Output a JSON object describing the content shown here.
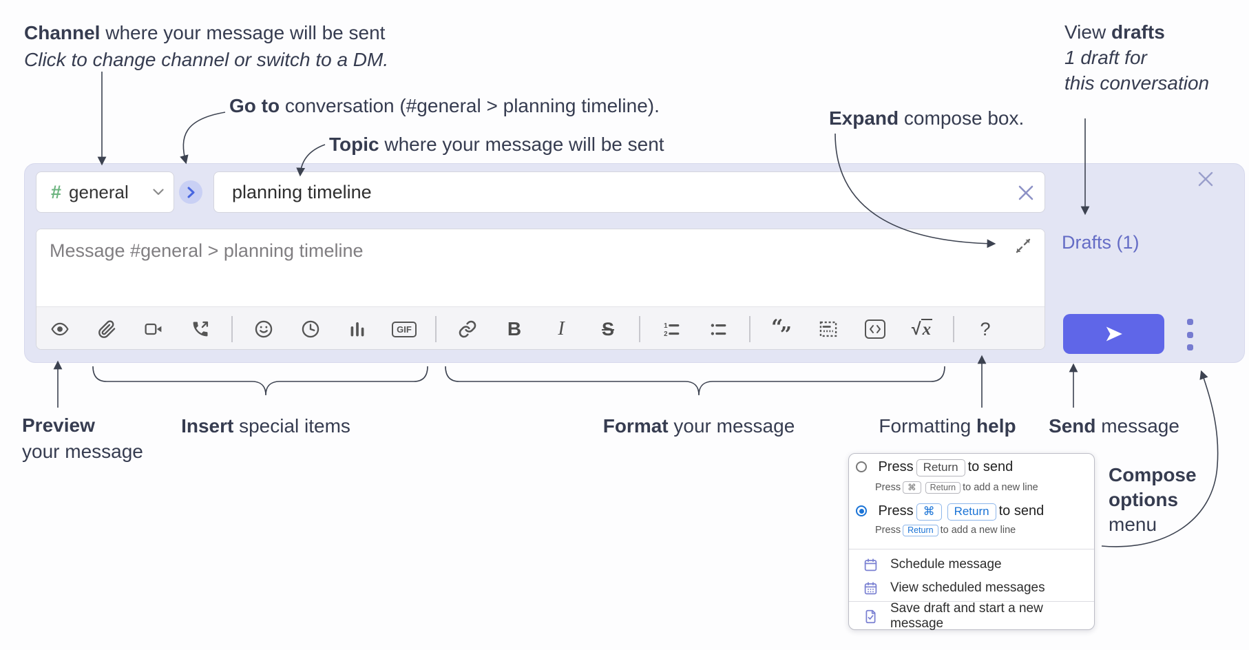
{
  "annotations": {
    "channel": {
      "bold": "Channel",
      "rest": " where your message will be sent",
      "sub": "Click to change channel or switch to a DM."
    },
    "goto": {
      "bold": "Go to",
      "rest": " conversation (#general > planning timeline)."
    },
    "topic": {
      "bold": "Topic",
      "rest": " where your message will be sent"
    },
    "expand": {
      "bold": "Expand",
      "rest": " compose box."
    },
    "view_drafts": {
      "pre": "View ",
      "bold": "drafts",
      "line2": "1 draft for",
      "line3": "this conversation"
    },
    "preview": {
      "bold": "Preview",
      "line2": "your message"
    },
    "insert": {
      "bold": "Insert",
      "rest": " special items"
    },
    "format": {
      "bold": "Format",
      "rest": " your message"
    },
    "formatting_help": {
      "pre": "Formatting ",
      "bold": "help"
    },
    "send": {
      "bold": "Send",
      "rest": " message"
    },
    "compose_options": {
      "bold1": "Compose",
      "bold2": "options",
      "rest": "menu"
    }
  },
  "compose": {
    "channel": {
      "hash": "#",
      "name": "general"
    },
    "topic_value": "planning timeline",
    "message_placeholder": "Message #general > planning timeline",
    "drafts_label": "Drafts (1)",
    "toolbar": {
      "bold": "B",
      "italic": "I",
      "strike": "S",
      "gif": "GIF",
      "math_radical": "√",
      "math_var": "x",
      "help": "?"
    }
  },
  "popup": {
    "option1": {
      "text": "Press",
      "key": "Return",
      "suffix": "to send",
      "sub_pre": "Press",
      "sub_key1": "⌘",
      "sub_key2": "Return",
      "sub_suffix": "to add a new line"
    },
    "option2": {
      "text": "Press",
      "key1": "⌘",
      "key2": "Return",
      "suffix": "to send",
      "sub_pre": "Press",
      "sub_key": "Return",
      "sub_suffix": "to add a new line"
    },
    "items": [
      {
        "label": "Schedule message"
      },
      {
        "label": "View scheduled messages"
      },
      {
        "label": "Save draft and start a new message"
      }
    ]
  },
  "colors": {
    "compose_bg": "#e3e5f4",
    "send_button": "#5f66e8",
    "drafts_link": "#646cc5",
    "key_blue": "#1a73d6"
  }
}
